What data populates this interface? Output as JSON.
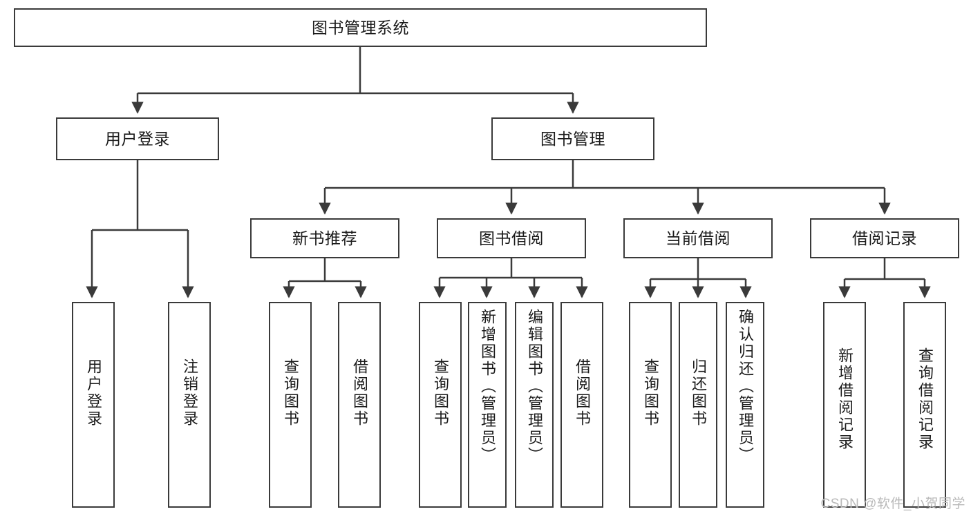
{
  "diagram": {
    "type": "tree",
    "title": "图书管理系统",
    "watermark": "CSDN @软件_小贺同学",
    "colors": {
      "stroke": "#3a3a3a",
      "fill": "#ffffff",
      "text": "#1b1b1b",
      "watermark": "#b9b9b9"
    },
    "nodes": {
      "root": {
        "label": "图书管理系统"
      },
      "level2": [
        {
          "label": "用户登录"
        },
        {
          "label": "图书管理"
        }
      ],
      "level3": [
        {
          "label": "新书推荐"
        },
        {
          "label": "图书借阅"
        },
        {
          "label": "当前借阅"
        },
        {
          "label": "借阅记录"
        }
      ],
      "leaves": {
        "user_login": [
          {
            "label": "用户登录"
          },
          {
            "label": "注销登录"
          }
        ],
        "new_book": [
          {
            "label": "查询图书"
          },
          {
            "label": "借阅图书"
          }
        ],
        "book_borrow": [
          {
            "label": "查询图书"
          },
          {
            "label": "新增图书（管理员）"
          },
          {
            "label": "编辑图书（管理员）"
          },
          {
            "label": "借阅图书"
          }
        ],
        "current_borrow": [
          {
            "label": "查询图书"
          },
          {
            "label": "归还图书"
          },
          {
            "label": "确认归还（管理员）"
          }
        ],
        "borrow_record": [
          {
            "label": "新增借阅记录"
          },
          {
            "label": "查询借阅记录"
          }
        ]
      }
    }
  }
}
